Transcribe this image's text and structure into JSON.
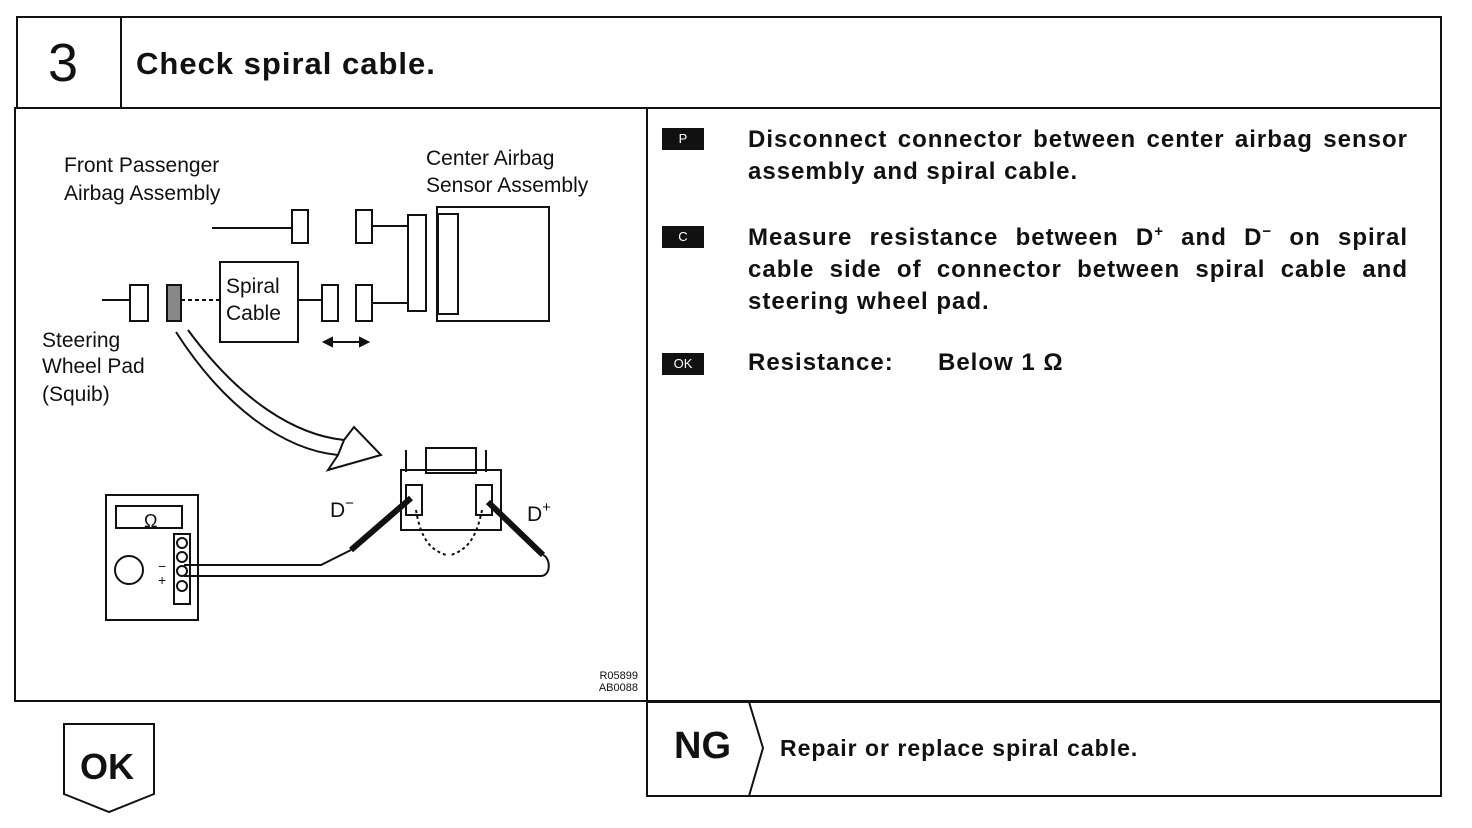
{
  "step": {
    "number": "3",
    "title": "Check spiral cable."
  },
  "diagram": {
    "labels": {
      "front_passenger_line1": "Front Passenger",
      "front_passenger_line2": "Airbag Assembly",
      "center_sensor_line1": "Center Airbag",
      "center_sensor_line2": "Sensor Assembly",
      "spiral_cable_line1": "Spiral",
      "spiral_cable_line2": "Cable",
      "steering_line1": "Steering",
      "steering_line2": "Wheel Pad",
      "steering_line3": "(Squib)",
      "probe_minus": "D",
      "probe_minus_sup": "−",
      "probe_plus": "D",
      "probe_plus_sup": "+",
      "meter_ohm": "Ω",
      "meter_minus": "−",
      "meter_plus": "+"
    },
    "figure_codes": [
      "R05899",
      "AB0088"
    ]
  },
  "instructions": [
    {
      "icon": "P",
      "icon_name": "preparation-icon",
      "text": "Disconnect connector between center airbag sensor assembly and spiral cable."
    },
    {
      "icon": "C",
      "icon_name": "check-icon",
      "text_a": "Measure resistance between D",
      "sup_a": "+",
      "text_b": " and D",
      "sup_b": "−",
      "text_c": " on spiral cable side of connector between spiral cable and steering wheel pad."
    }
  ],
  "result": {
    "icon": "OK",
    "icon_name": "ok-icon",
    "label": "Resistance:",
    "value": "Below 1 Ω"
  },
  "outcomes": {
    "ok": "OK",
    "ng": "NG",
    "ng_action": "Repair or replace spiral cable."
  },
  "colors": {
    "ink": "#111111",
    "paper": "#ffffff"
  }
}
